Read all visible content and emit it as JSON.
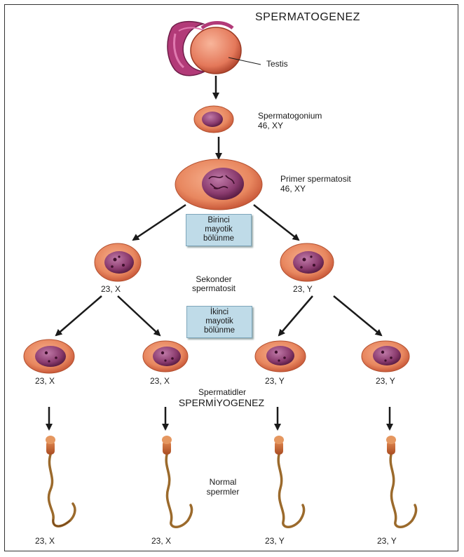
{
  "title": "SPERMATOGENEZ",
  "testis_label": "Testis",
  "spermatogonium": {
    "name": "Spermatogonium",
    "karyotype": "46, XY"
  },
  "primary": {
    "name": "Primer spermatosit",
    "karyotype": "46, XY"
  },
  "meiosis1": [
    "Birinci",
    "mayotik",
    "bölünme"
  ],
  "secondary": {
    "name_line1": "Sekonder",
    "name_line2": "spermatosit",
    "left_karyotype": "23, X",
    "right_karyotype": "23, Y"
  },
  "meiosis2": [
    "İkinci",
    "mayotik",
    "bölünme"
  ],
  "spermatids": {
    "name": "Spermatidler",
    "karyotypes": [
      "23, X",
      "23, X",
      "23, Y",
      "23, Y"
    ]
  },
  "spermiogenesis": "SPERMİYOGENEZ",
  "sperm": {
    "name_line1": "Normal",
    "name_line2": "spermler",
    "karyotypes": [
      "23, X",
      "23, X",
      "23, Y",
      "23, Y"
    ]
  },
  "colors": {
    "cytoplasm": "#e8875f",
    "cytoplasm_edge": "#c9593a",
    "nucleus": "#8a3b6e",
    "arrow": "#1a1a1a",
    "box": "#bfdbe8",
    "sperm_head": "#c0602e",
    "sperm_tail": "#9b6a2c"
  }
}
